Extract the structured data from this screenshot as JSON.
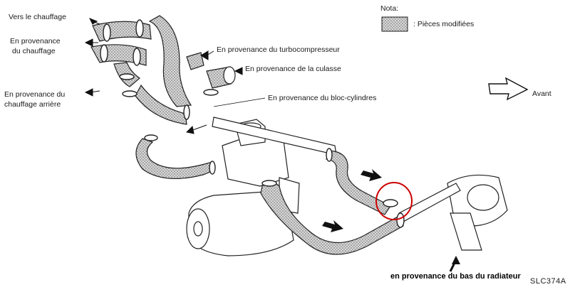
{
  "labels": {
    "vers_chauffage": "Vers le chauffage",
    "provenance_chauffage_1": "En provenance",
    "provenance_chauffage_2": "du chauffage",
    "provenance_turbo": "En provenance du turbocompresseur",
    "provenance_culasse": "En provenance de la culasse",
    "provenance_chauffage_arriere_1": "En provenance du",
    "provenance_chauffage_arriere_2": "chauffage arrière",
    "provenance_bloc": "En provenance du bloc-cylindres",
    "avant": "Avant",
    "provenance_radiateur": "en provenance du bas du radiateur",
    "figure_code": "SLC374A"
  },
  "legend": {
    "title": "Nota:",
    "item": ": Pièces modifiées"
  },
  "colors": {
    "line": "#222222",
    "hose_fill": "#8f8f8f",
    "hatch": "#555555",
    "highlight_circle": "#cc0000",
    "arrow": "#111111"
  }
}
